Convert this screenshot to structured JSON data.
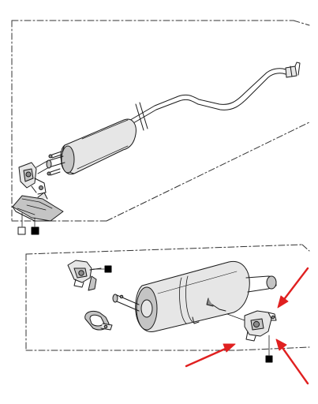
{
  "diagram": {
    "colors": {
      "line": "#1a1a1a",
      "fill_light": "#e6e6e6",
      "fill_mid": "#c4c4c4",
      "fill_dark": "#8c8c8c",
      "arrow": "#e02020",
      "background": "#ffffff"
    },
    "upper_group": {
      "parts": [
        "exhaust-pipe",
        "front-silencer",
        "front-mount-bracket",
        "heat-shield-bracket"
      ],
      "symbols": [
        "hollow-square",
        "filled-square"
      ]
    },
    "lower_group": {
      "parts": [
        "rear-silencer",
        "tail-pipe",
        "rear-hanger-bracket",
        "rubber-mount",
        "pipe-clamp",
        "hanger-bracket"
      ],
      "symbols": [
        "filled-square",
        "filled-square"
      ]
    },
    "annotations": {
      "arrow_count": 3,
      "arrow_target": "rear-hanger-bracket"
    }
  }
}
